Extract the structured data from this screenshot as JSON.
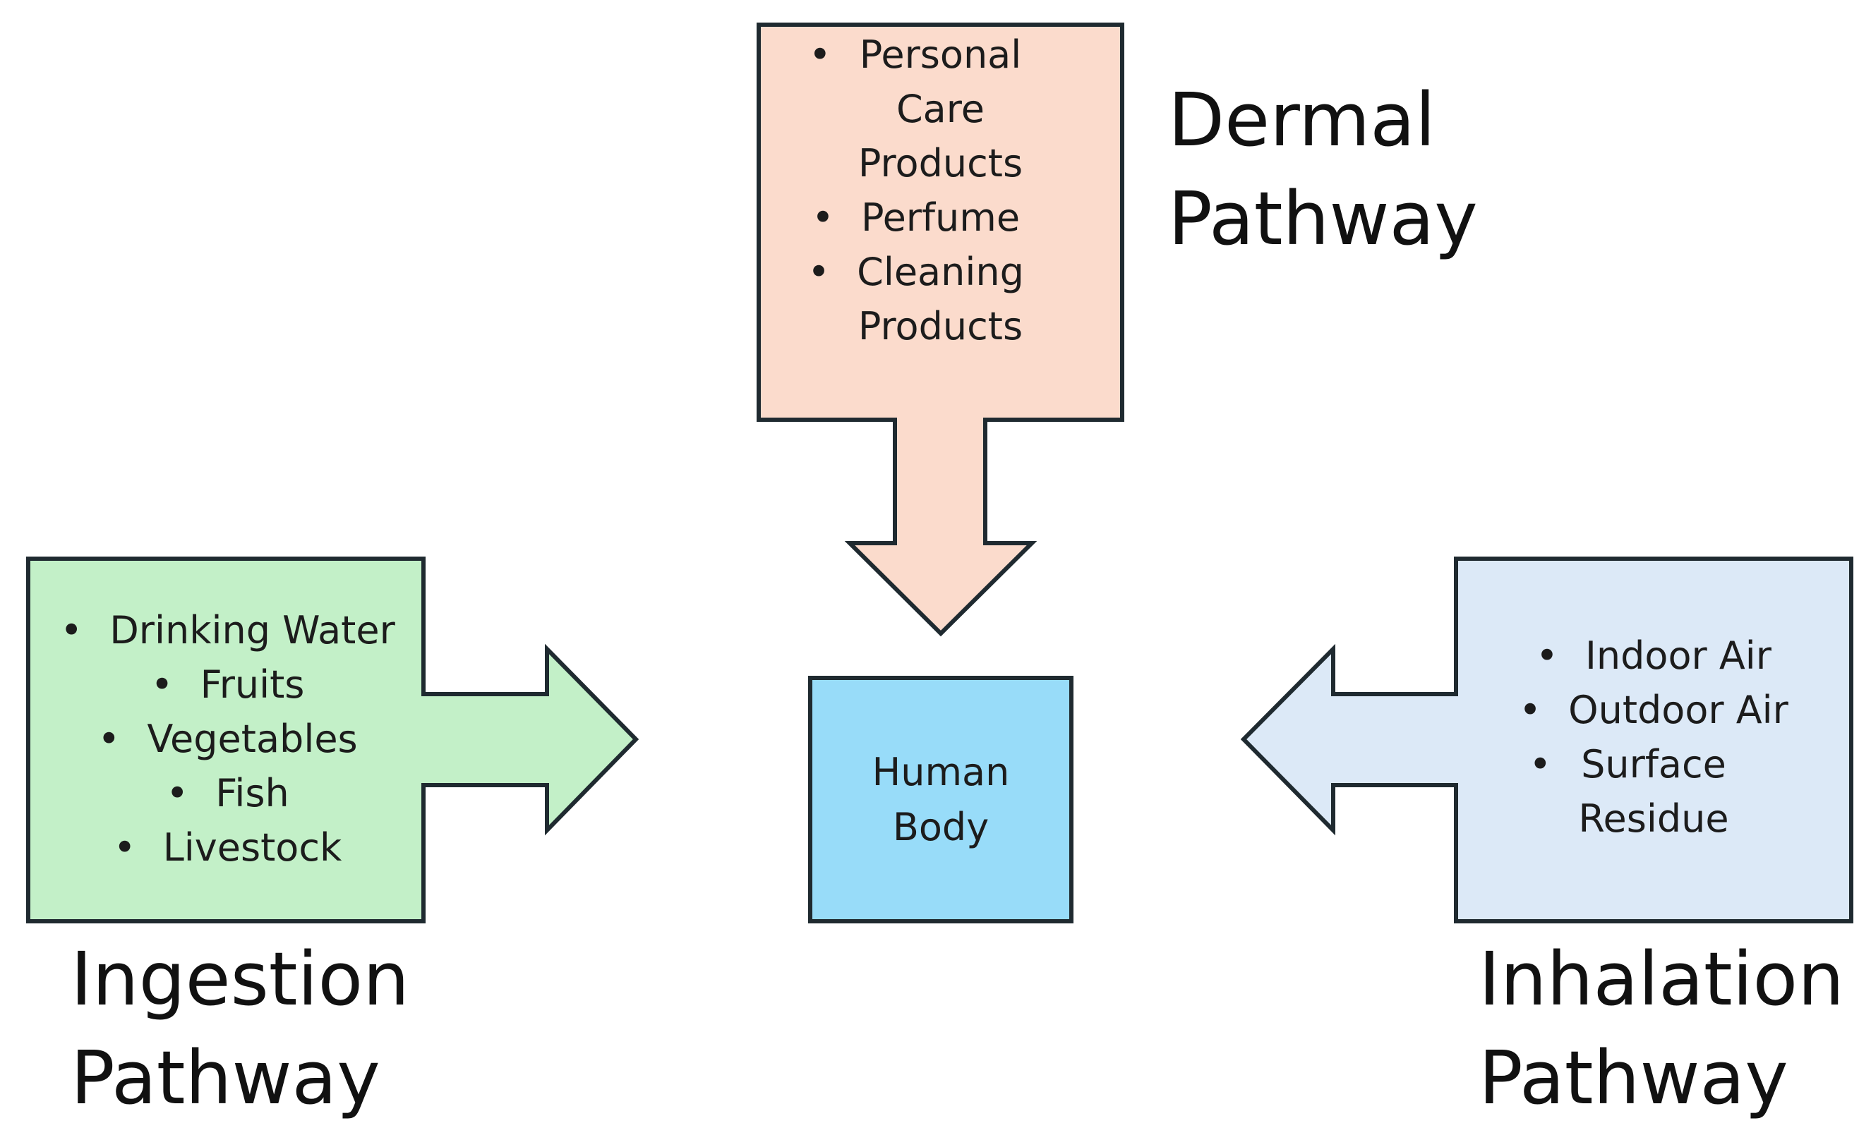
{
  "colors": {
    "dermal_fill": "#fbdbcc",
    "ingestion_fill": "#c3f0c8",
    "inhalation_fill": "#dce9f7",
    "body_fill": "#98dcf9",
    "stroke": "#1f2a30"
  },
  "dermal": {
    "label_line1": "Dermal",
    "label_line2": "Pathway",
    "items": [
      {
        "bullet": "•",
        "lines": [
          "Personal",
          "Care",
          "Products"
        ]
      },
      {
        "bullet": "•",
        "lines": [
          "Perfume"
        ]
      },
      {
        "bullet": "•",
        "lines": [
          "Cleaning",
          "Products"
        ]
      }
    ]
  },
  "ingestion": {
    "label_line1": "Ingestion",
    "label_line2": "Pathway",
    "items": [
      {
        "bullet": "•",
        "text": "Drinking Water"
      },
      {
        "bullet": "•",
        "text": "Fruits"
      },
      {
        "bullet": "•",
        "text": "Vegetables"
      },
      {
        "bullet": "•",
        "text": "Fish"
      },
      {
        "bullet": "•",
        "text": "Livestock"
      }
    ]
  },
  "inhalation": {
    "label_line1": "Inhalation",
    "label_line2": "Pathway",
    "items": [
      {
        "bullet": "•",
        "lines": [
          "Indoor Air"
        ]
      },
      {
        "bullet": "•",
        "lines": [
          "Outdoor Air"
        ]
      },
      {
        "bullet": "•",
        "lines": [
          "Surface",
          "Residue"
        ]
      }
    ]
  },
  "body": {
    "line1": "Human",
    "line2": "Body"
  }
}
